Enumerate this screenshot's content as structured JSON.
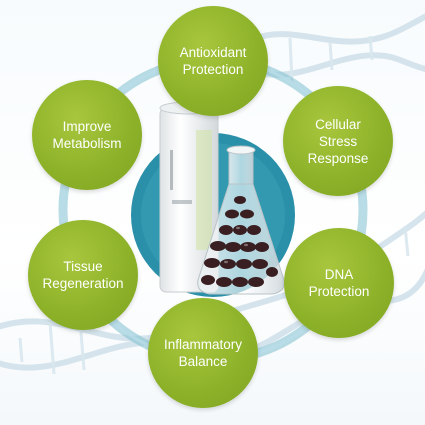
{
  "diagram": {
    "nodes": [
      {
        "id": "antioxidant",
        "label": "Antioxidant\nProtection"
      },
      {
        "id": "metabolism",
        "label": "Improve\nMetabolism"
      },
      {
        "id": "cellular",
        "label": "Cellular\nStress\nResponse"
      },
      {
        "id": "tissue",
        "label": "Tissue\nRegeneration"
      },
      {
        "id": "dna",
        "label": "DNA\nProtection"
      },
      {
        "id": "inflammatory",
        "label": "Inflammatory\nBalance"
      }
    ]
  },
  "colors": {
    "node_green": "#8eb32a",
    "ring_teal": "#5aa9bf",
    "center_teal": "#2a8fa8",
    "dna_strand": "#c9dce6"
  }
}
